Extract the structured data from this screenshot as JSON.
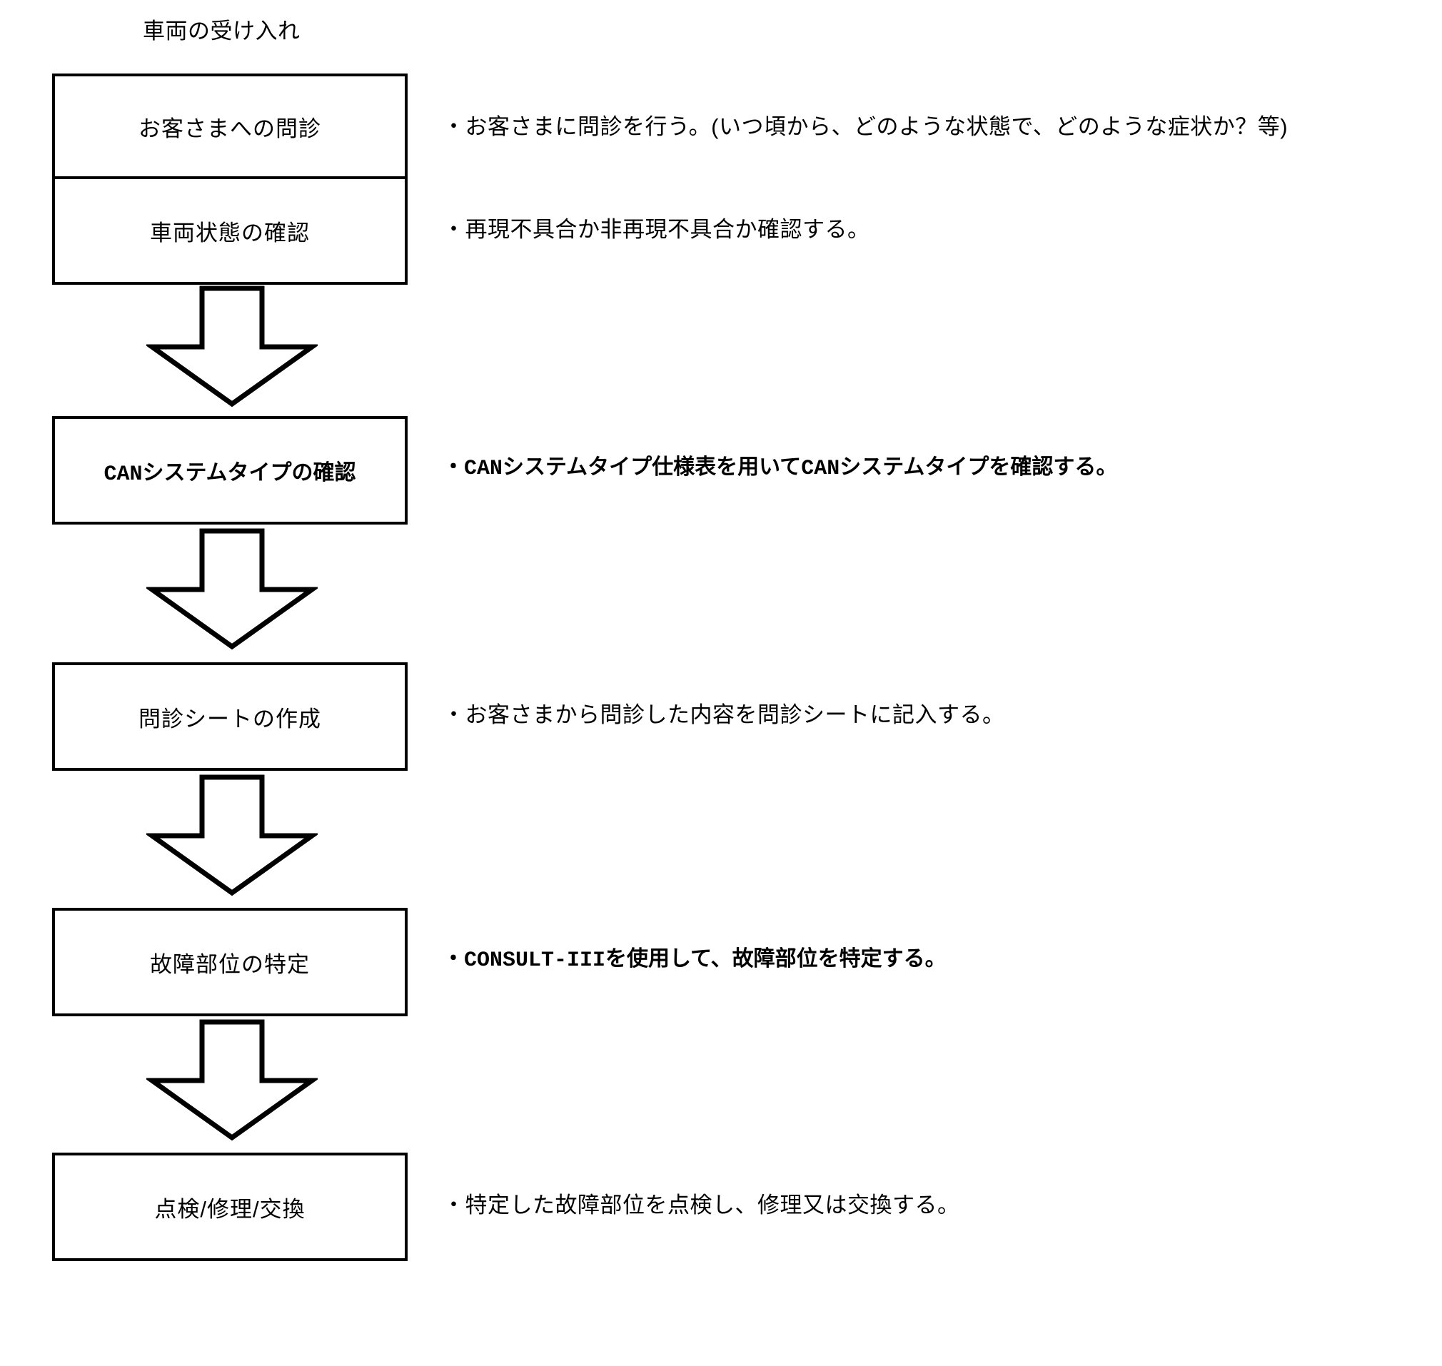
{
  "diagram": {
    "title": "車両の受け入れ",
    "steps": [
      {
        "id": "step-customer-interview",
        "label": "お客さまへの問診",
        "description": "・お客さまに問診を行う。(いつ頃から、どのような状態で、どのような症状か？等)",
        "style": "normal"
      },
      {
        "id": "step-vehicle-condition-check",
        "label": "車両状態の確認",
        "description": "・再現不具合か非再現不具合か確認する。",
        "style": "normal"
      },
      {
        "id": "step-can-system-type-check",
        "label": "CANシステムタイプの確認",
        "description": "・CANシステムタイプ仕様表を用いてCANシステムタイプを確認する。",
        "style": "mono"
      },
      {
        "id": "step-create-interview-sheet",
        "label": "問診シートの作成",
        "description": "・お客さまから問診した内容を問診シートに記入する。",
        "style": "normal"
      },
      {
        "id": "step-identify-faulty-part",
        "label": "故障部位の特定",
        "description": "・CONSULT-IIIを使用して、故障部位を特定する。",
        "style": "mono"
      },
      {
        "id": "step-inspect-repair-replace",
        "label": "点検/修理/交換",
        "description": "・特定した故障部位を点検し、修理又は交換する。",
        "style": "normal"
      }
    ],
    "connectors": [
      {
        "id": "arrow-1",
        "icon": "arrow-down-icon"
      },
      {
        "id": "arrow-2",
        "icon": "arrow-down-icon"
      },
      {
        "id": "arrow-3",
        "icon": "arrow-down-icon"
      },
      {
        "id": "arrow-4",
        "icon": "arrow-down-icon"
      }
    ],
    "colors": {
      "stroke": "#000000",
      "background": "#ffffff",
      "text": "#000000"
    }
  }
}
